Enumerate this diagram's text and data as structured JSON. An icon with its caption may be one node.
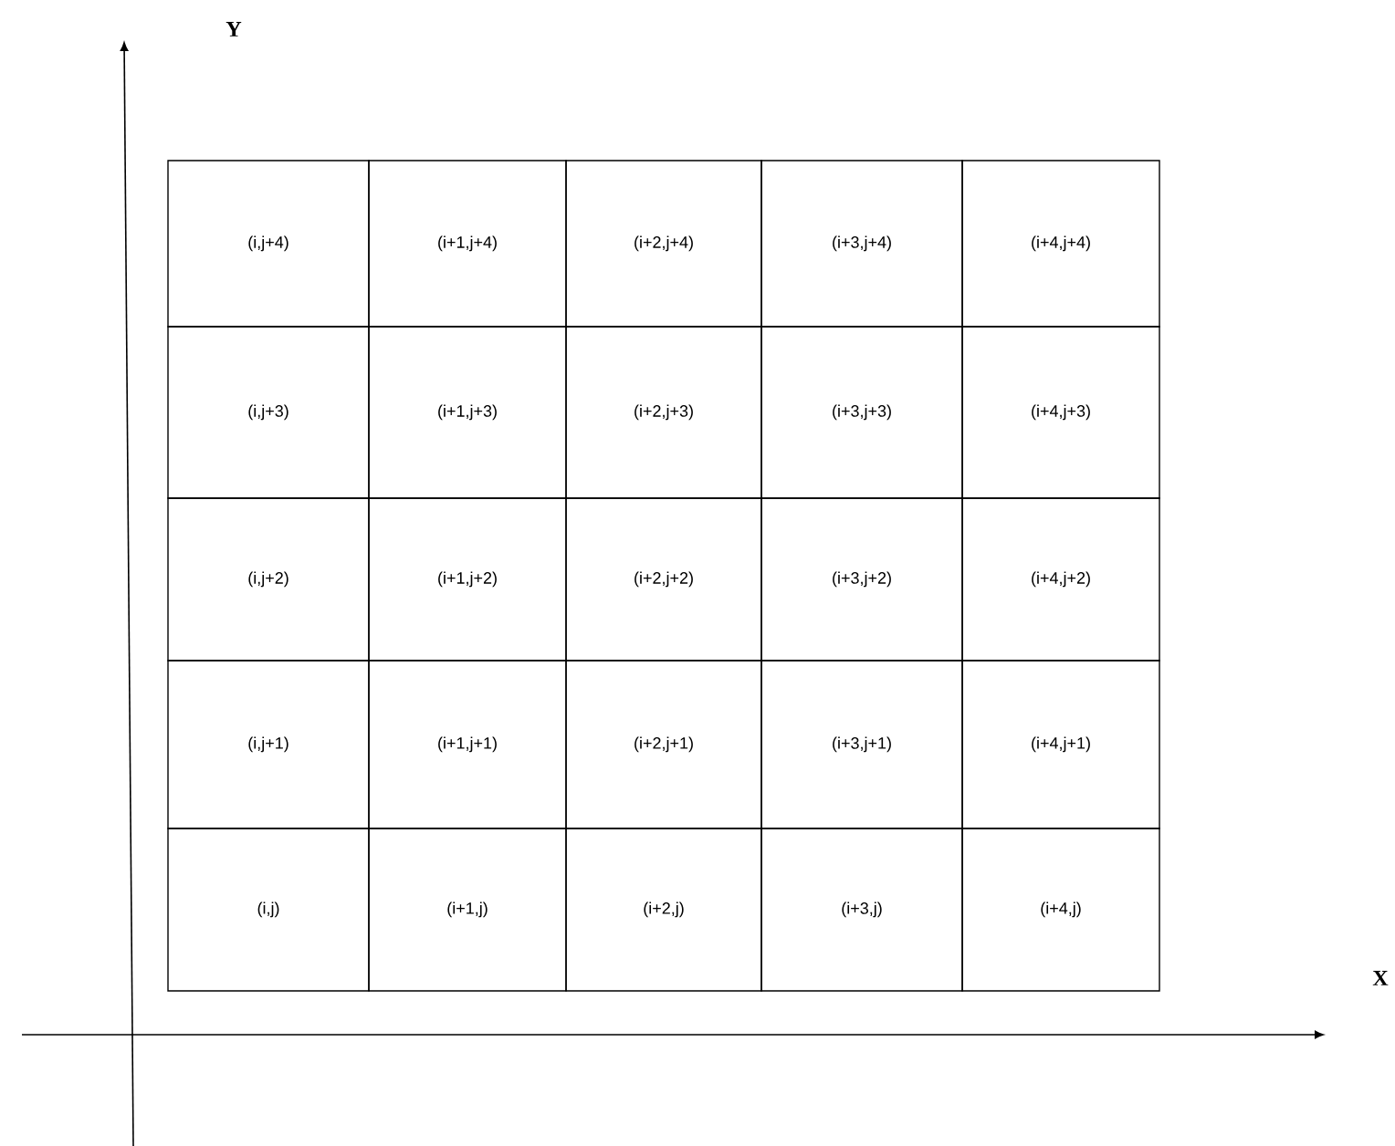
{
  "diagram": {
    "labels": [
      "Y",
      "(i,j+4)",
      "(i+1,j+4)",
      "(i+2,j+4)",
      "(i+3,j+4)",
      "(i+4,j+4)",
      "(i,j+3)",
      "(i+1,j+3)",
      "(i+2,j+3)",
      "(i+3,j+3)",
      "(i+4,j+3)",
      "(i,j+2)",
      "(i+1,j+2)",
      "(i+2,j+2)",
      "(i+3,j+2)",
      "(i+4,j+2)",
      "(i,j+1)",
      "(i+1,j+1)",
      "(i+2,j+1)",
      "(i+3,j+1)",
      "(i+4,j+1)",
      "(i,j)",
      "(i+1,j)",
      "(i+2,j)",
      "(i+3,j)",
      "(i+4,j)",
      "X"
    ]
  }
}
